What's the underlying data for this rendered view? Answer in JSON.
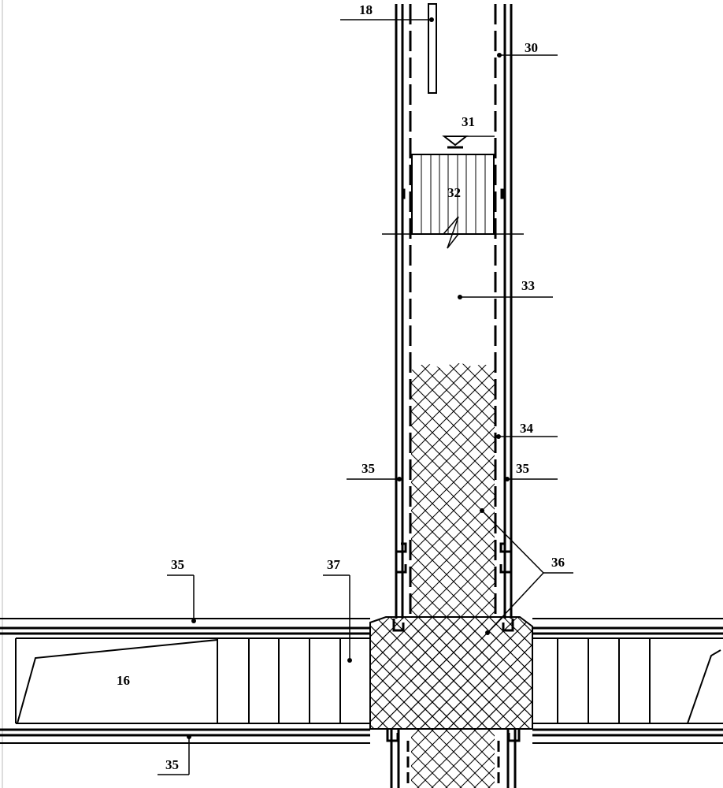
{
  "labels": {
    "l18": "18",
    "l30": "30",
    "l31": "31",
    "l32": "32",
    "l33": "33",
    "l34": "34",
    "l35a": "35",
    "l35b": "35",
    "l35c": "35",
    "l35d": "35",
    "l36": "36",
    "l37": "37",
    "l16": "16"
  },
  "colors": {
    "line": "#000000",
    "background": "#ffffff"
  }
}
